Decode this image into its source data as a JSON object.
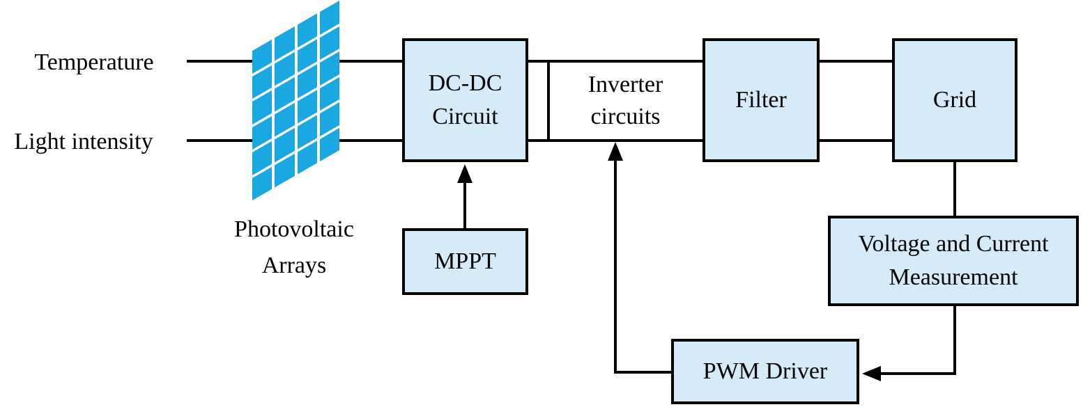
{
  "diagram": {
    "inputs": {
      "temperature": "Temperature",
      "light_intensity": "Light intensity"
    },
    "pv_array": {
      "label_line1": "Photovoltaic",
      "label_line2": "Arrays",
      "cols": 4,
      "rows": 6
    },
    "blocks": {
      "dcdc": {
        "label_line1": "DC-DC",
        "label_line2": "Circuit"
      },
      "inverter": {
        "label_line1": "Inverter",
        "label_line2": "circuits"
      },
      "filter": {
        "label": "Filter"
      },
      "grid": {
        "label": "Grid"
      },
      "mppt": {
        "label": "MPPT"
      },
      "measurement": {
        "label_line1": "Voltage and Current",
        "label_line2": "Measurement"
      },
      "pwm": {
        "label": "PWM Driver"
      }
    },
    "colors": {
      "pv_cell_blue": "#1BA7E2",
      "block_fill": "#D6EBF9",
      "line_color": "#000000"
    }
  }
}
